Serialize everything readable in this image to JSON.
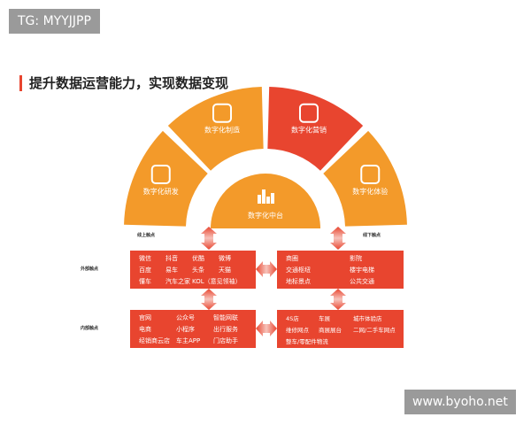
{
  "watermarks": {
    "top_left": "TG: MYYJJPP",
    "bottom_right": "www.byoho.net"
  },
  "title": "提升数据运营能力，实现数据变现",
  "fan": {
    "segments": [
      {
        "label": "数字化研发",
        "icon": "drill-icon",
        "color": "#f39a2a"
      },
      {
        "label": "数字化制造",
        "icon": "wrench-screwdriver-icon",
        "color": "#f39a2a"
      },
      {
        "label": "数字化营销",
        "icon": "presentation-icon",
        "color": "#e8452f"
      },
      {
        "label": "数字化体验",
        "icon": "vr-headset-icon",
        "color": "#f39a2a"
      }
    ],
    "center": {
      "label": "数字化中台",
      "icon": "bar-chart-icon",
      "color": "#f39a2a"
    }
  },
  "labels": {
    "online": "线上触点",
    "offline": "线下触点",
    "external": "外部触点",
    "internal": "内部触点"
  },
  "boxes": {
    "external_online": [
      "微信",
      "抖音",
      "优酷",
      "微博",
      "百度",
      "易车",
      "头条",
      "天猫",
      "懂车",
      "汽车之家",
      "KOL（意见领袖）",
      ""
    ],
    "external_offline": [
      "商圈",
      "影院",
      "交通枢纽",
      "楼宇电梯",
      "地标景点",
      "公共交通"
    ],
    "internal_online": [
      "官网",
      "公众号",
      "智能网联",
      "电商",
      "小程序",
      "出行服务",
      "经销商云店",
      "车主APP",
      "门店助手"
    ],
    "internal_offline": [
      "4S店",
      "车展",
      "城市体验店",
      "维修网点",
      "商展展台",
      "二网/二手车网点",
      "整车/零配件物流",
      "",
      ""
    ]
  }
}
